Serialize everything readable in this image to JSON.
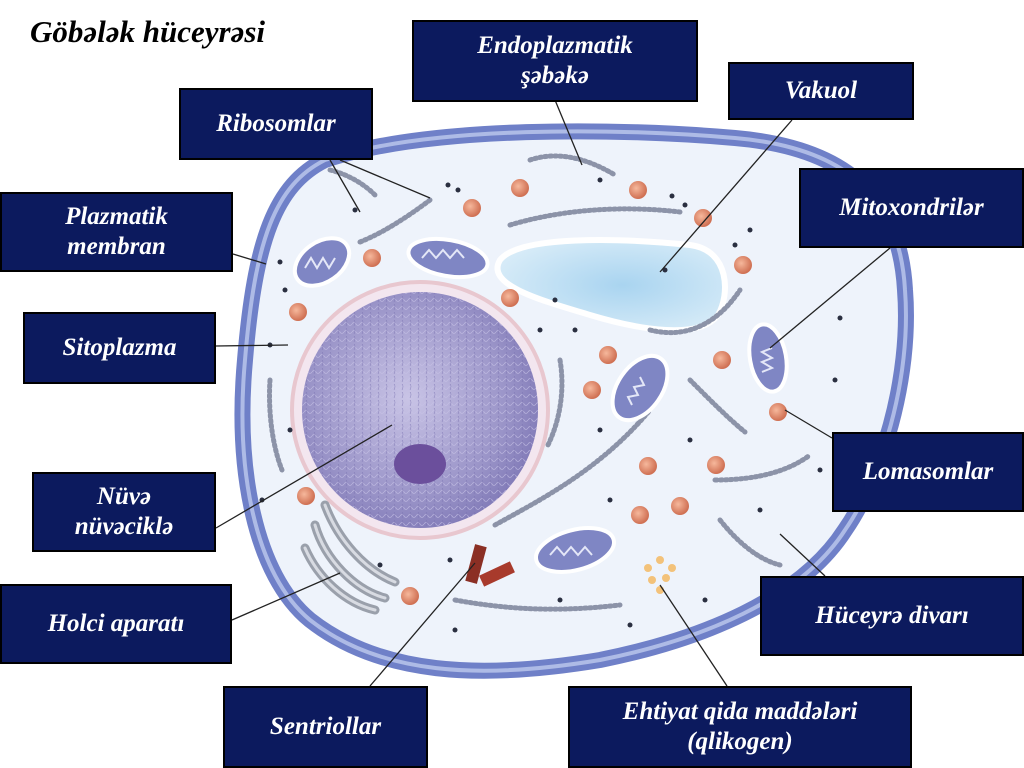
{
  "title": "Göbələk hüceyrəsi",
  "labels": {
    "endoplasmic_reticulum": "Endoplazmatik\nşəbəkə",
    "vacuole": "Vakuol",
    "ribosomes": "Ribosomlar",
    "plasma_membrane": "Plazmatik\nmembran",
    "mitochondria": "Mitoxondrilər",
    "cytoplasm": "Sitoplazma",
    "lomasomes": "Lomasomlar",
    "nucleus_nucleolus": "Nüvə\nnüvəciklə",
    "cell_wall": "Hüceyrə divarı",
    "golgi": "Holci aparatı",
    "centrioles": "Sentriollar",
    "reserve_nutrients": "Ehtiyat qida maddələri\n(qlikogen)"
  },
  "colors": {
    "label_bg": "#0c1a5e",
    "cell_wall": "#6f80c8",
    "cytoplasm": "#eef3fb",
    "nucleus": "#9a94c8",
    "nucleolus": "#6b4f9c",
    "vacuole": "#b9dcf2",
    "mitochondria": "#7f86c4",
    "ribosome_dot": "#d8866a"
  }
}
